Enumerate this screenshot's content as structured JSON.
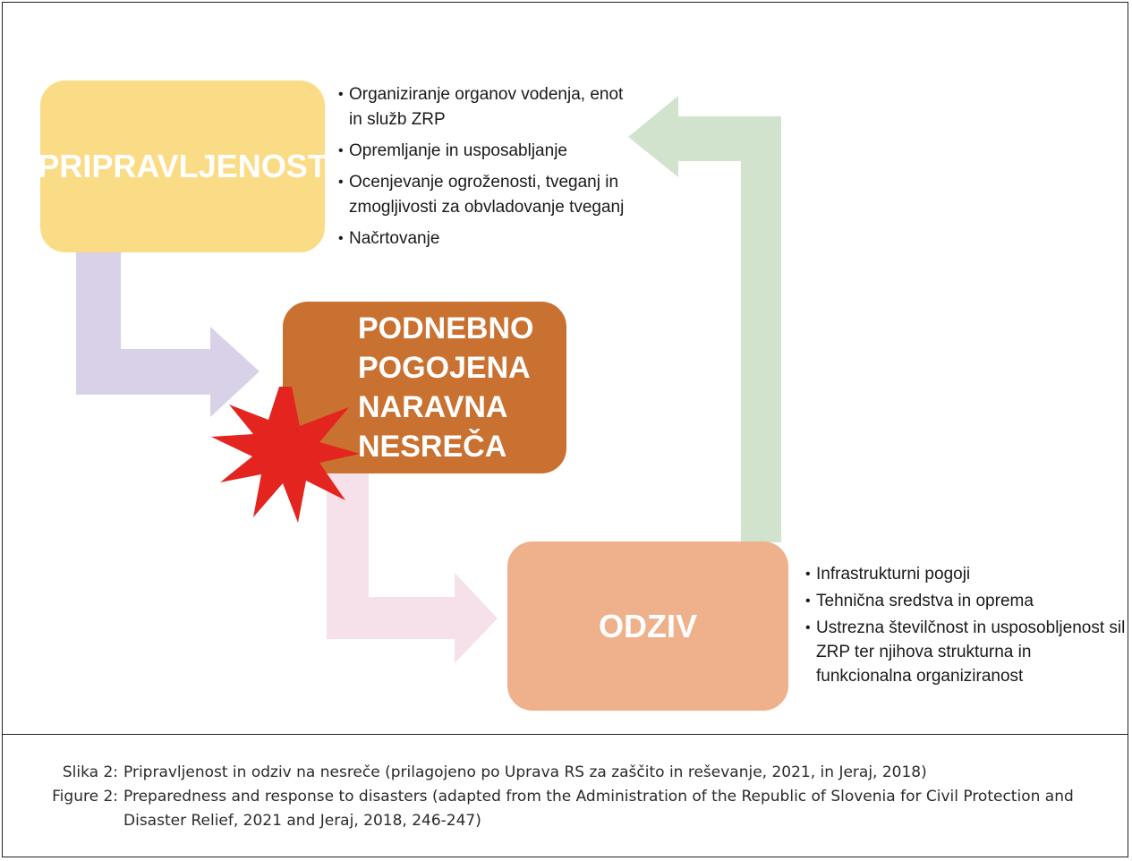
{
  "diagram": {
    "boxes": {
      "pripravljenost": "PRIPRAVLJENOST",
      "nesreca_lines": [
        "PODNEBNO",
        "POGOJENA",
        "NARAVNA",
        "NESREČA"
      ],
      "odziv": "ODZIV"
    },
    "pripravljenost_bullets": [
      "Organiziranje organov vodenja, enot in služb ZRP",
      "Opremljanje in usposabljanje",
      "Ocenjevanje ogroženosti, tveganj in zmogljivosti za obvladovanje tveganj",
      "Načrtovanje"
    ],
    "odziv_bullets": [
      "Infrastrukturni pogoji",
      "Tehnična sredstva in oprema",
      "Ustrezna številčnost in usposobljenost sil ZRP ter njihova strukturna in funkcionalna organiziranost"
    ],
    "colors": {
      "pripravljenost_box": "#fbdc86",
      "nesreca_box": "#c97130",
      "odziv_box": "#efb08c",
      "arrow_purple": "#d9d1e8",
      "arrow_pink": "#f6e0ea",
      "arrow_green": "#d2e3cd",
      "burst_red": "#e3241f"
    },
    "icons": [
      "explosion-burst-icon"
    ]
  },
  "caption": {
    "slo_label": "Slika 2:",
    "slo_text": "Pripravljenost in odziv na nesreče (prilagojeno po Uprava RS za zaščito in reševanje, 2021, in Jeraj, 2018)",
    "eng_label": "Figure 2:",
    "eng_text": "Preparedness and response to disasters (adapted from the Administration of the Republic of Slovenia for Civil Protection and Disaster Relief, 2021 and Jeraj, 2018, 246-247)"
  }
}
